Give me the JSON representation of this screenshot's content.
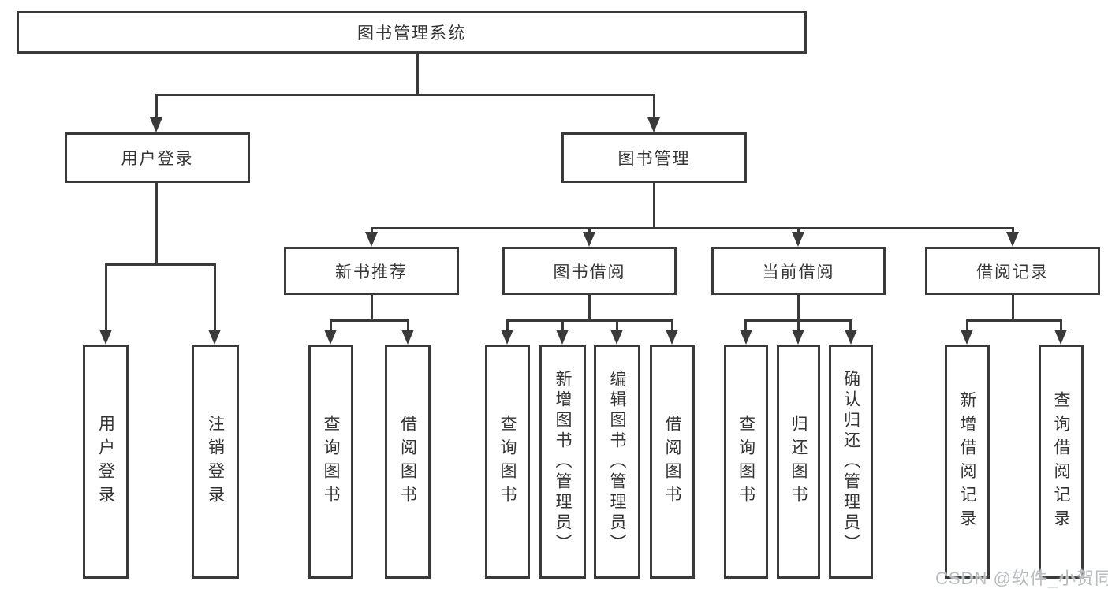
{
  "tree": {
    "root": "图书管理系统",
    "branches": [
      {
        "label": "用户登录",
        "children": [
          "用户登录",
          "注销登录"
        ]
      },
      {
        "label": "图书管理",
        "groups": [
          {
            "label": "新书推荐",
            "children": [
              "查询图书",
              "借阅图书"
            ]
          },
          {
            "label": "图书借阅",
            "children": [
              "查询图书",
              "新增图书（管理员）",
              "编辑图书（管理员）",
              "借阅图书"
            ]
          },
          {
            "label": "当前借阅",
            "children": [
              "查询图书",
              "归还图书",
              "确认归还（管理员）"
            ]
          },
          {
            "label": "借阅记录",
            "children": [
              "新增借阅记录",
              "查询借阅记录"
            ]
          }
        ]
      }
    ]
  },
  "watermark": "CSDN @软件_小贺同学",
  "colors": {
    "line": "#3a3a3a",
    "text": "#333333",
    "background": "#ffffff",
    "watermark": "#b9bdc1"
  }
}
